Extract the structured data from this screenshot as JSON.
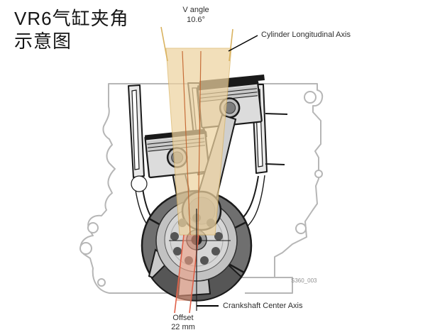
{
  "title": {
    "line1": "VR6气缸夹角",
    "line2": "示意图"
  },
  "labels": {
    "v_angle_line1": "V angle",
    "v_angle_line2": "10.6°",
    "cylinder_axis": "Cylinder Longitudinal Axis",
    "crankshaft_axis": "Crankshaft Center Axis",
    "offset_label": "Offset",
    "offset_value": "22 mm",
    "figure_code": "S360_003"
  },
  "colors": {
    "cylinder_band": "#eed3a0",
    "band_edge": "#d9b25f",
    "axis_line": "#c2612b",
    "offset_band": "#f2a184",
    "offset_edge": "#e06048",
    "block_outline": "#b6b6b6",
    "line_dark": "#1a1a1a",
    "text_dark": "#161616",
    "text_label": "#2e2e2e",
    "figure_code_color": "#8f8f8f"
  }
}
